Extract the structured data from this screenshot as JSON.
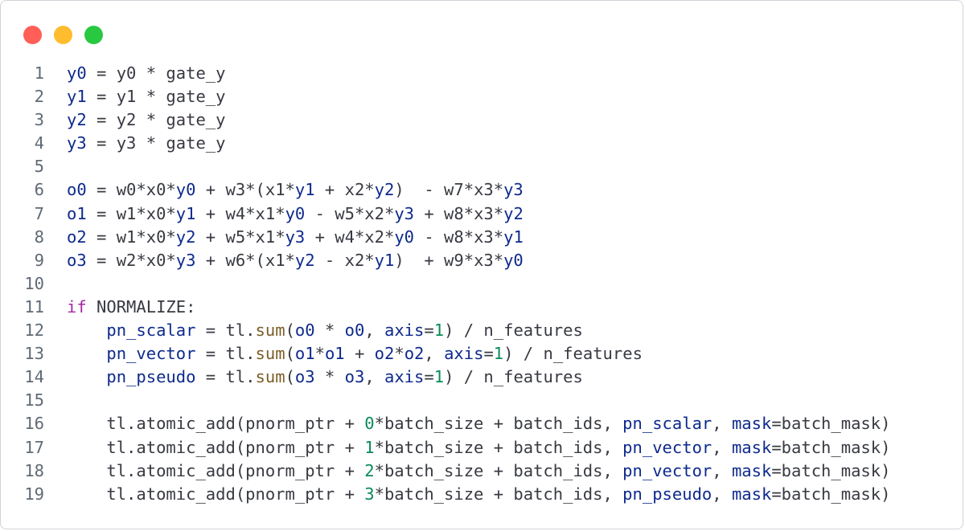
{
  "window": {
    "buttons": [
      "close",
      "minimize",
      "maximize"
    ]
  },
  "colors": {
    "variable": "#0e2a8c",
    "plain": "#383a42",
    "keyword": "#a626a4",
    "function": "#795d26",
    "number": "#0a8a58",
    "line_number": "#606a75",
    "close": "#ff5f57",
    "minimize": "#febc2e",
    "maximize": "#28c840"
  },
  "code": {
    "language": "python",
    "lines": [
      {
        "num": "1",
        "tokens": [
          [
            "v",
            "y0"
          ],
          [
            "p",
            " = y0 * gate_y"
          ]
        ]
      },
      {
        "num": "2",
        "tokens": [
          [
            "v",
            "y1"
          ],
          [
            "p",
            " = y1 * gate_y"
          ]
        ]
      },
      {
        "num": "3",
        "tokens": [
          [
            "v",
            "y2"
          ],
          [
            "p",
            " = y2 * gate_y"
          ]
        ]
      },
      {
        "num": "4",
        "tokens": [
          [
            "v",
            "y3"
          ],
          [
            "p",
            " = y3 * gate_y"
          ]
        ]
      },
      {
        "num": "5",
        "tokens": []
      },
      {
        "num": "6",
        "tokens": [
          [
            "v",
            "o0"
          ],
          [
            "p",
            " = w0*x0*"
          ],
          [
            "v",
            "y0"
          ],
          [
            "p",
            " + w3*(x1*"
          ],
          [
            "v",
            "y1"
          ],
          [
            "p",
            " + x2*"
          ],
          [
            "v",
            "y2"
          ],
          [
            "p",
            ")  - w7*x3*"
          ],
          [
            "v",
            "y3"
          ]
        ]
      },
      {
        "num": "7",
        "tokens": [
          [
            "v",
            "o1"
          ],
          [
            "p",
            " = w1*x0*"
          ],
          [
            "v",
            "y1"
          ],
          [
            "p",
            " + w4*x1*"
          ],
          [
            "v",
            "y0"
          ],
          [
            "p",
            " - w5*x2*"
          ],
          [
            "v",
            "y3"
          ],
          [
            "p",
            " + w8*x3*"
          ],
          [
            "v",
            "y2"
          ]
        ]
      },
      {
        "num": "8",
        "tokens": [
          [
            "v",
            "o2"
          ],
          [
            "p",
            " = w1*x0*"
          ],
          [
            "v",
            "y2"
          ],
          [
            "p",
            " + w5*x1*"
          ],
          [
            "v",
            "y3"
          ],
          [
            "p",
            " + w4*x2*"
          ],
          [
            "v",
            "y0"
          ],
          [
            "p",
            " - w8*x3*"
          ],
          [
            "v",
            "y1"
          ]
        ]
      },
      {
        "num": "9",
        "tokens": [
          [
            "v",
            "o3"
          ],
          [
            "p",
            " = w2*x0*"
          ],
          [
            "v",
            "y3"
          ],
          [
            "p",
            " + w6*(x1*"
          ],
          [
            "v",
            "y2"
          ],
          [
            "p",
            " - x2*"
          ],
          [
            "v",
            "y1"
          ],
          [
            "p",
            ")  + w9*x3*"
          ],
          [
            "v",
            "y0"
          ]
        ]
      },
      {
        "num": "10",
        "tokens": []
      },
      {
        "num": "11",
        "tokens": [
          [
            "k",
            "if"
          ],
          [
            "p",
            " NORMALIZE:"
          ]
        ]
      },
      {
        "num": "12",
        "tokens": [
          [
            "p",
            "    "
          ],
          [
            "v",
            "pn_scalar"
          ],
          [
            "p",
            " = tl."
          ],
          [
            "f",
            "sum"
          ],
          [
            "p",
            "("
          ],
          [
            "v",
            "o0"
          ],
          [
            "p",
            " * "
          ],
          [
            "v",
            "o0"
          ],
          [
            "p",
            ", "
          ],
          [
            "v",
            "axis"
          ],
          [
            "p",
            "="
          ],
          [
            "n",
            "1"
          ],
          [
            "p",
            ") / n_features"
          ]
        ]
      },
      {
        "num": "13",
        "tokens": [
          [
            "p",
            "    "
          ],
          [
            "v",
            "pn_vector"
          ],
          [
            "p",
            " = tl."
          ],
          [
            "f",
            "sum"
          ],
          [
            "p",
            "("
          ],
          [
            "v",
            "o1"
          ],
          [
            "p",
            "*"
          ],
          [
            "v",
            "o1"
          ],
          [
            "p",
            " + "
          ],
          [
            "v",
            "o2"
          ],
          [
            "p",
            "*"
          ],
          [
            "v",
            "o2"
          ],
          [
            "p",
            ", "
          ],
          [
            "v",
            "axis"
          ],
          [
            "p",
            "="
          ],
          [
            "n",
            "1"
          ],
          [
            "p",
            ") / n_features"
          ]
        ]
      },
      {
        "num": "14",
        "tokens": [
          [
            "p",
            "    "
          ],
          [
            "v",
            "pn_pseudo"
          ],
          [
            "p",
            " = tl."
          ],
          [
            "f",
            "sum"
          ],
          [
            "p",
            "("
          ],
          [
            "v",
            "o3"
          ],
          [
            "p",
            " * "
          ],
          [
            "v",
            "o3"
          ],
          [
            "p",
            ", "
          ],
          [
            "v",
            "axis"
          ],
          [
            "p",
            "="
          ],
          [
            "n",
            "1"
          ],
          [
            "p",
            ") / n_features"
          ]
        ]
      },
      {
        "num": "15",
        "tokens": []
      },
      {
        "num": "16",
        "tokens": [
          [
            "p",
            "    tl.atomic_add(pnorm_ptr + "
          ],
          [
            "n",
            "0"
          ],
          [
            "p",
            "*batch_size + batch_ids, "
          ],
          [
            "v",
            "pn_scalar"
          ],
          [
            "p",
            ", "
          ],
          [
            "v",
            "mask"
          ],
          [
            "p",
            "=batch_mask)"
          ]
        ]
      },
      {
        "num": "17",
        "tokens": [
          [
            "p",
            "    tl.atomic_add(pnorm_ptr + "
          ],
          [
            "n",
            "1"
          ],
          [
            "p",
            "*batch_size + batch_ids, "
          ],
          [
            "v",
            "pn_vector"
          ],
          [
            "p",
            ", "
          ],
          [
            "v",
            "mask"
          ],
          [
            "p",
            "=batch_mask)"
          ]
        ]
      },
      {
        "num": "18",
        "tokens": [
          [
            "p",
            "    tl.atomic_add(pnorm_ptr + "
          ],
          [
            "n",
            "2"
          ],
          [
            "p",
            "*batch_size + batch_ids, "
          ],
          [
            "v",
            "pn_vector"
          ],
          [
            "p",
            ", "
          ],
          [
            "v",
            "mask"
          ],
          [
            "p",
            "=batch_mask)"
          ]
        ]
      },
      {
        "num": "19",
        "tokens": [
          [
            "p",
            "    tl.atomic_add(pnorm_ptr + "
          ],
          [
            "n",
            "3"
          ],
          [
            "p",
            "*batch_size + batch_ids, "
          ],
          [
            "v",
            "pn_pseudo"
          ],
          [
            "p",
            ", "
          ],
          [
            "v",
            "mask"
          ],
          [
            "p",
            "=batch_mask)"
          ]
        ]
      }
    ]
  }
}
